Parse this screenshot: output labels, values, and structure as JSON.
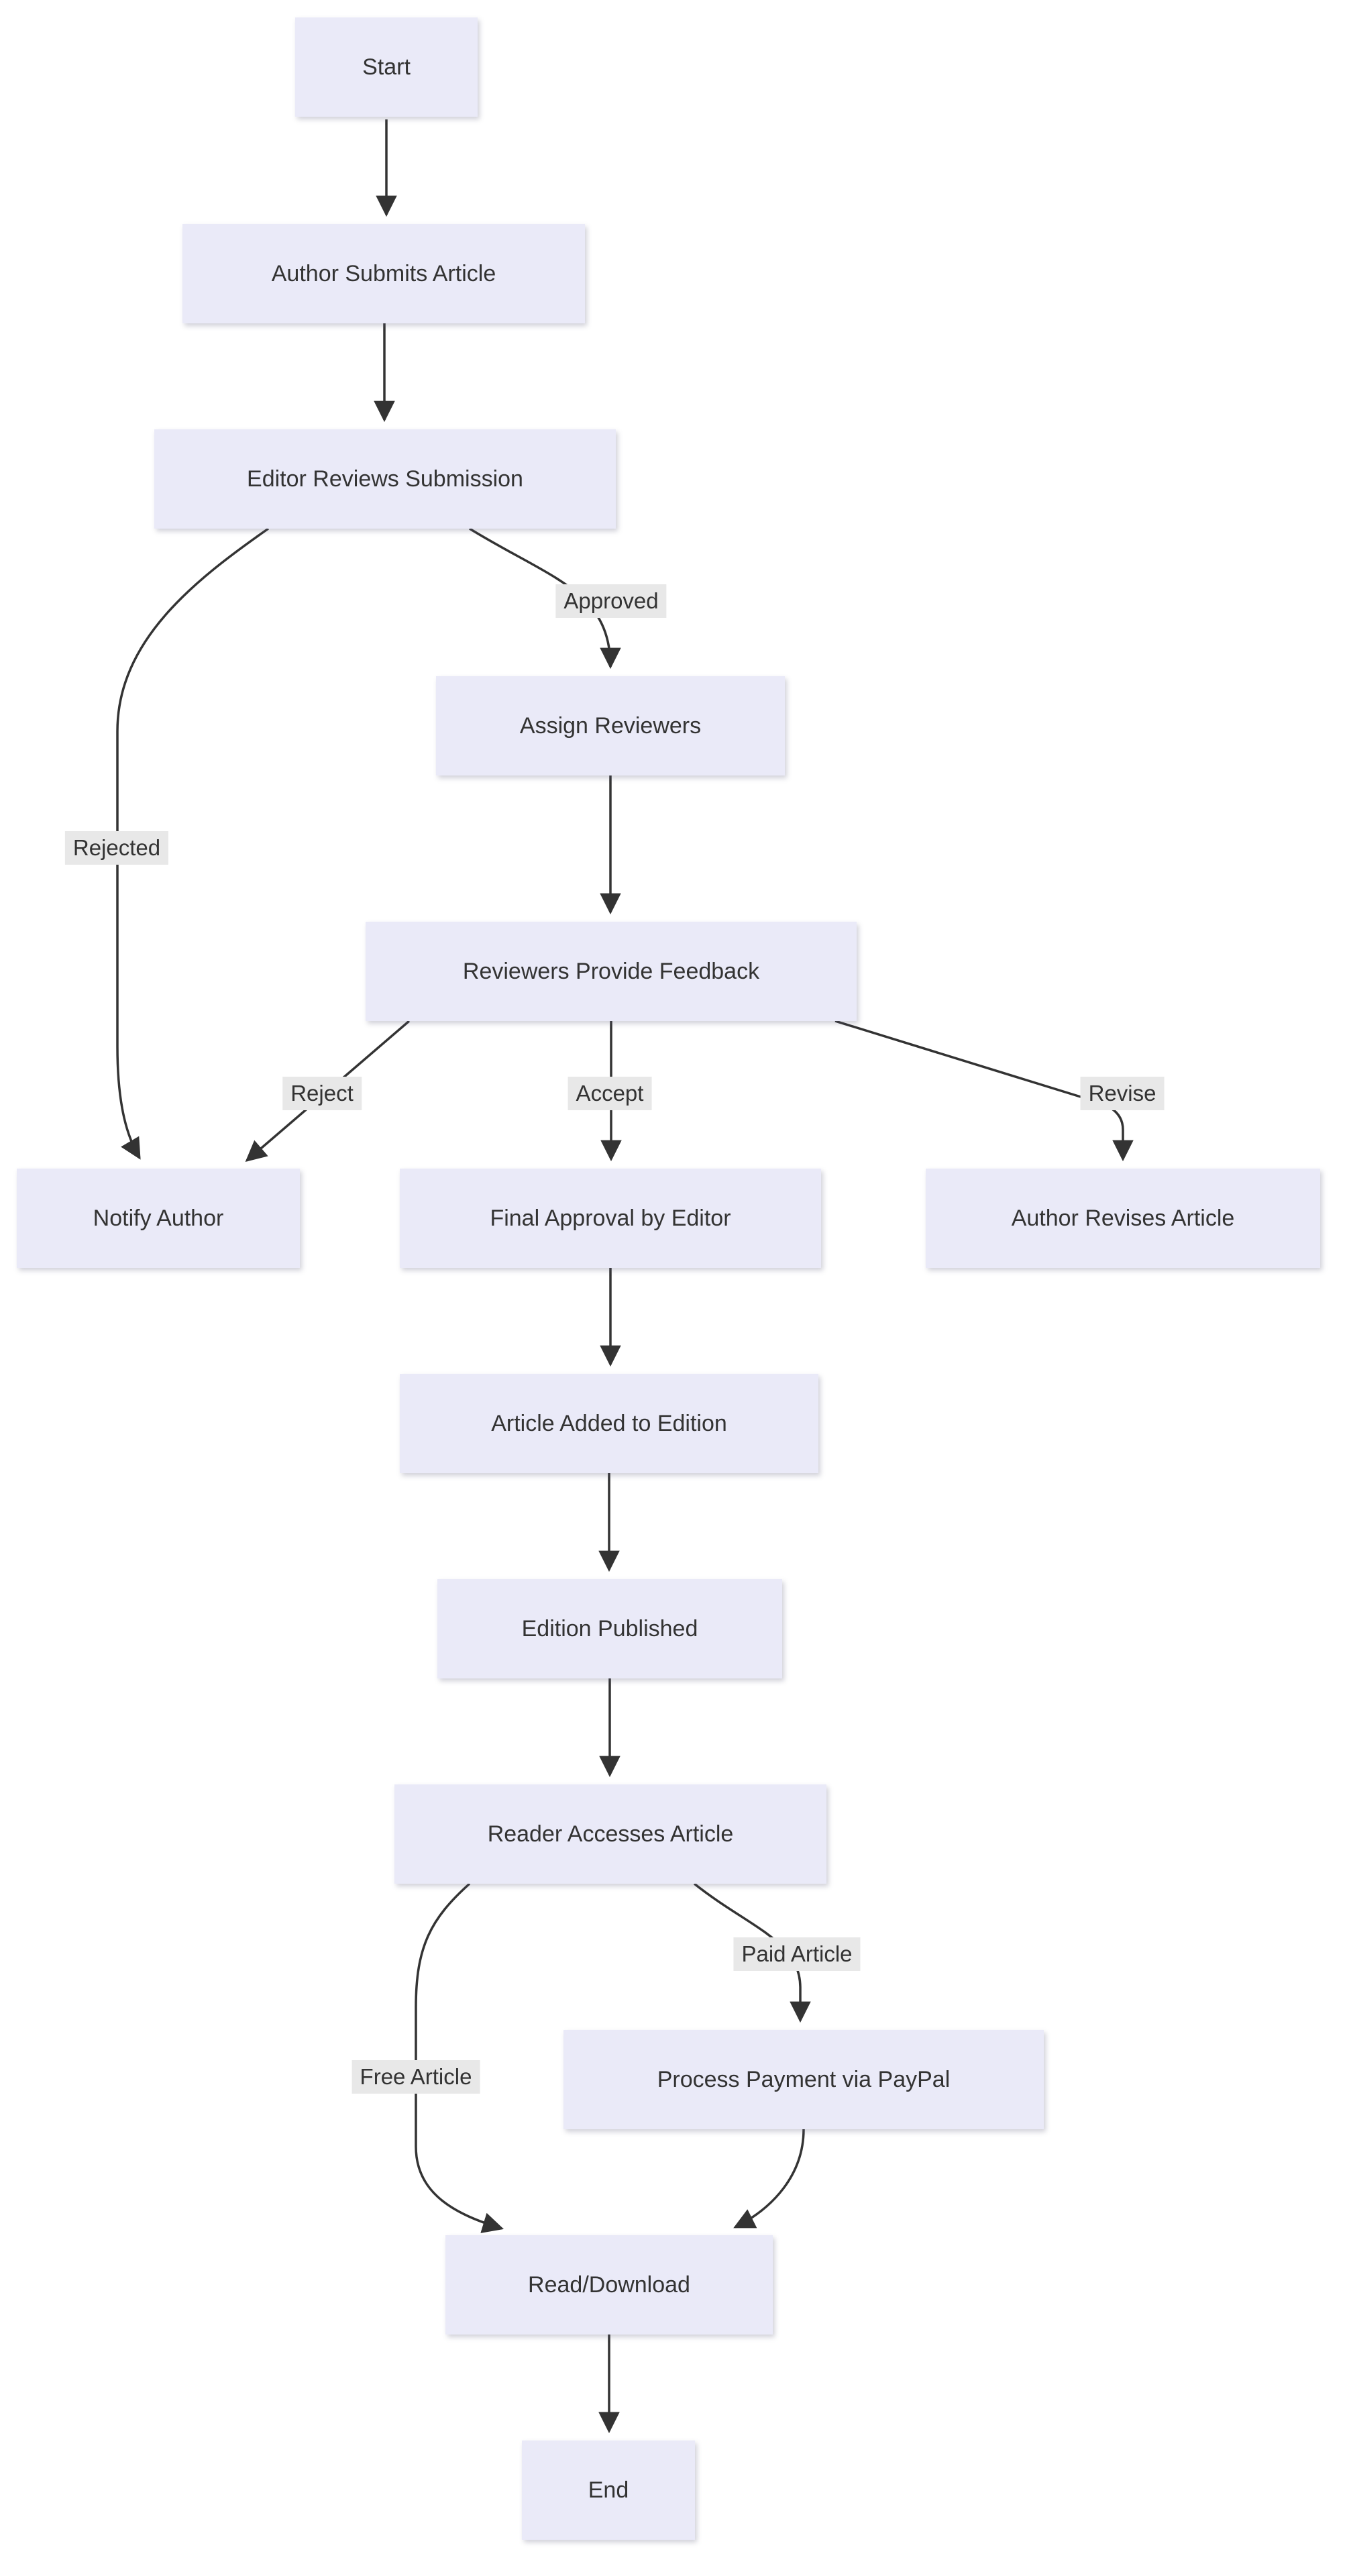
{
  "diagram": {
    "type": "flowchart",
    "direction": "top-down",
    "background_color": "#ffffff",
    "node_fill_color": "#eaeaf8",
    "node_text_color": "#333333",
    "edge_color": "#333333",
    "edge_label_background": "#e8e8e8",
    "nodes": [
      {
        "id": "start",
        "label": "Start"
      },
      {
        "id": "author_submits",
        "label": "Author Submits Article"
      },
      {
        "id": "editor_reviews",
        "label": "Editor Reviews Submission"
      },
      {
        "id": "assign_reviewers",
        "label": "Assign Reviewers"
      },
      {
        "id": "reviewers_feedback",
        "label": "Reviewers Provide Feedback"
      },
      {
        "id": "notify_author",
        "label": "Notify Author"
      },
      {
        "id": "final_approval",
        "label": "Final Approval by Editor"
      },
      {
        "id": "author_revises",
        "label": "Author Revises Article"
      },
      {
        "id": "article_added",
        "label": "Article Added to Edition"
      },
      {
        "id": "edition_published",
        "label": "Edition Published"
      },
      {
        "id": "reader_accesses",
        "label": "Reader Accesses Article"
      },
      {
        "id": "process_payment",
        "label": "Process Payment via PayPal"
      },
      {
        "id": "read_download",
        "label": "Read/Download"
      },
      {
        "id": "end",
        "label": "End"
      }
    ],
    "edges": [
      {
        "from": "start",
        "to": "author_submits",
        "label": ""
      },
      {
        "from": "author_submits",
        "to": "editor_reviews",
        "label": ""
      },
      {
        "from": "editor_reviews",
        "to": "assign_reviewers",
        "label": "Approved"
      },
      {
        "from": "editor_reviews",
        "to": "notify_author",
        "label": "Rejected"
      },
      {
        "from": "assign_reviewers",
        "to": "reviewers_feedback",
        "label": ""
      },
      {
        "from": "reviewers_feedback",
        "to": "notify_author",
        "label": "Reject"
      },
      {
        "from": "reviewers_feedback",
        "to": "final_approval",
        "label": "Accept"
      },
      {
        "from": "reviewers_feedback",
        "to": "author_revises",
        "label": "Revise"
      },
      {
        "from": "final_approval",
        "to": "article_added",
        "label": ""
      },
      {
        "from": "article_added",
        "to": "edition_published",
        "label": ""
      },
      {
        "from": "edition_published",
        "to": "reader_accesses",
        "label": ""
      },
      {
        "from": "reader_accesses",
        "to": "process_payment",
        "label": "Paid Article"
      },
      {
        "from": "reader_accesses",
        "to": "read_download",
        "label": "Free Article"
      },
      {
        "from": "process_payment",
        "to": "read_download",
        "label": ""
      },
      {
        "from": "read_download",
        "to": "end",
        "label": ""
      }
    ]
  }
}
